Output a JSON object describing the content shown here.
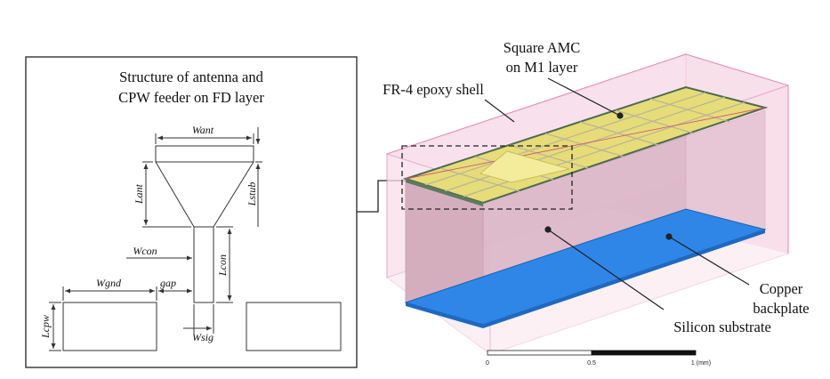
{
  "left_panel": {
    "title_line1": "Structure of antenna and",
    "title_line2": "CPW feeder on FD layer",
    "dims": {
      "want": "Want",
      "lant": "Lant",
      "lstub": "Lstub",
      "wcon": "Wcon",
      "lcon": "Lcon",
      "wgnd": "Wgnd",
      "gap": "gap",
      "lcpw": "Lcpw",
      "wsig": "Wsig"
    }
  },
  "right_panel": {
    "labels": {
      "amc_line1": "Square AMC",
      "amc_line2": "on M1 layer",
      "fr4": "FR-4 epoxy shell",
      "copper_line1": "Copper",
      "copper_line2": "backplate",
      "silicon": "Silicon substrate"
    },
    "scale_bar": {
      "tick0": "0",
      "tick1": "0.5",
      "tick2": "1 (mm)"
    }
  },
  "colors": {
    "shell": "#e9a9c6",
    "shell_fill": "#f5d8e4",
    "amc": "#e8de7a",
    "copper": "#2f86e6",
    "silicon": "#d8b3c3"
  }
}
